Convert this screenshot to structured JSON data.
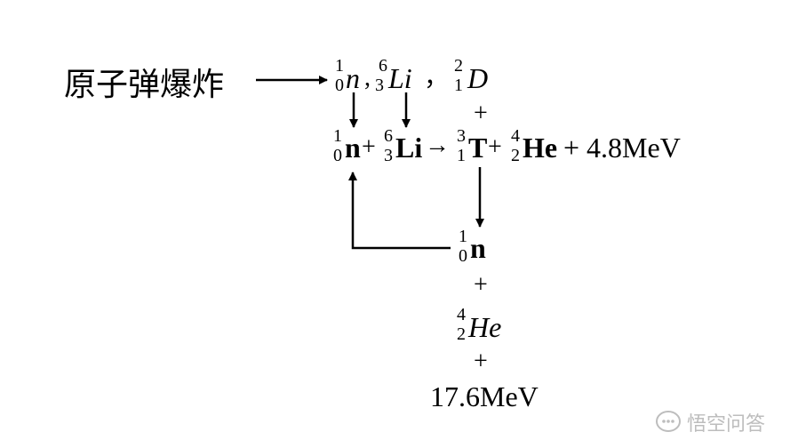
{
  "label_left": "原子弹爆炸",
  "top_row": {
    "n": {
      "mass": "1",
      "atomic": "0",
      "symbol": "n"
    },
    "comma1": ",",
    "li": {
      "mass": "6",
      "atomic": "3",
      "symbol": "Li"
    },
    "comma2": "，",
    "d": {
      "mass": "2",
      "atomic": "1",
      "symbol": "D"
    }
  },
  "plus_top": "+",
  "reaction": {
    "n": {
      "mass": "1",
      "atomic": "0",
      "symbol": "n"
    },
    "plus1": "+",
    "li": {
      "mass": "6",
      "atomic": "3",
      "symbol": "Li"
    },
    "arrow": "→",
    "t": {
      "mass": "3",
      "atomic": "1",
      "symbol": "T"
    },
    "plus2": "+",
    "he": {
      "mass": "4",
      "atomic": "2",
      "symbol": "He"
    },
    "energy": "+ 4.8MeV"
  },
  "lower_n": {
    "mass": "1",
    "atomic": "0",
    "symbol": "n"
  },
  "plus_mid": "+",
  "lower_he": {
    "mass": "4",
    "atomic": "2",
    "symbol": "He"
  },
  "plus_bottom": "+",
  "energy_bottom": "17.6MeV",
  "watermark": "悟空问答"
}
